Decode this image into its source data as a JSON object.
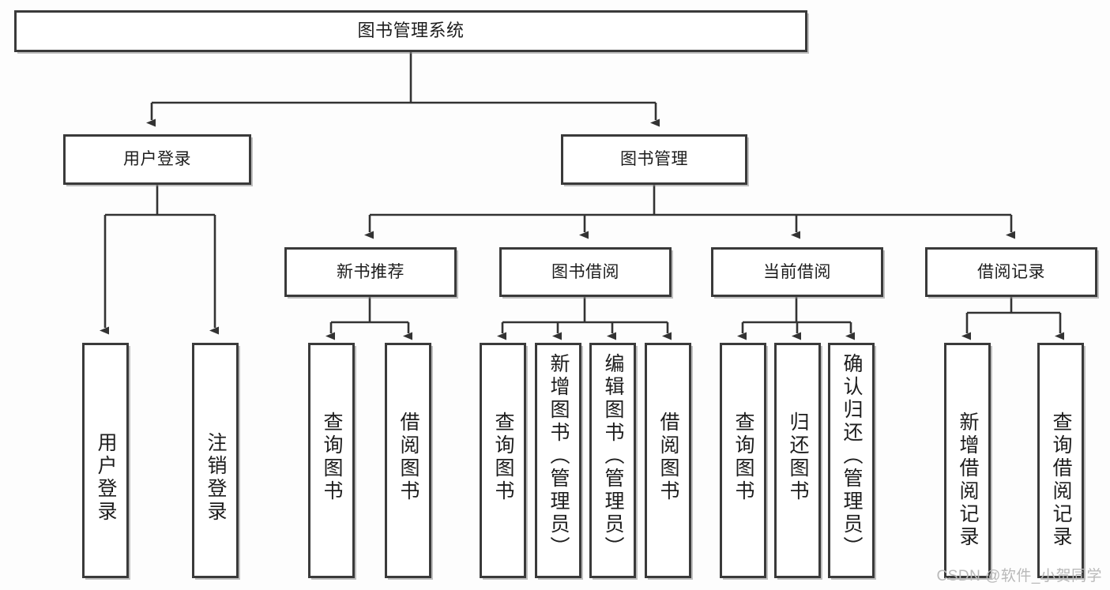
{
  "diagram": {
    "title": "图书管理系统",
    "type": "tree",
    "watermark": "CSDN @软件_小贺同学",
    "colors": {
      "background": "#fdfdfd",
      "box_fill": "#ffffff",
      "box_border": "#3a3a3a",
      "edge": "#333333",
      "text": "#1d1d1d",
      "watermark": "#b9b9b9"
    },
    "nodes": {
      "root": {
        "label": "图书管理系统",
        "level": 1
      },
      "l2": [
        {
          "id": "user-login",
          "label": "用户登录",
          "level": 2
        },
        {
          "id": "book-manage",
          "label": "图书管理",
          "level": 2
        }
      ],
      "l3": [
        {
          "id": "new-book-recommend",
          "label": "新书推荐",
          "level": 3,
          "parent": "book-manage"
        },
        {
          "id": "book-borrow",
          "label": "图书借阅",
          "level": 3,
          "parent": "book-manage"
        },
        {
          "id": "current-borrow",
          "label": "当前借阅",
          "level": 3,
          "parent": "book-manage"
        },
        {
          "id": "borrow-record",
          "label": "借阅记录",
          "level": 3,
          "parent": "book-manage"
        }
      ],
      "leaves": [
        {
          "id": "leaf-user-login",
          "label": "用户登录",
          "parent": "user-login"
        },
        {
          "id": "leaf-user-logout",
          "label": "注销登录",
          "parent": "user-login"
        },
        {
          "id": "leaf-query-book-1",
          "label": "查询图书",
          "parent": "new-book-recommend"
        },
        {
          "id": "leaf-borrow-book-1",
          "label": "借阅图书",
          "parent": "new-book-recommend"
        },
        {
          "id": "leaf-query-book-2",
          "label": "查询图书",
          "parent": "book-borrow"
        },
        {
          "id": "leaf-add-book",
          "label": "新增图书（管理员）",
          "parent": "book-borrow"
        },
        {
          "id": "leaf-edit-book",
          "label": "编辑图书（管理员）",
          "parent": "book-borrow"
        },
        {
          "id": "leaf-borrow-book-2",
          "label": "借阅图书",
          "parent": "book-borrow"
        },
        {
          "id": "leaf-query-book-3",
          "label": "查询图书",
          "parent": "current-borrow"
        },
        {
          "id": "leaf-return-book",
          "label": "归还图书",
          "parent": "current-borrow"
        },
        {
          "id": "leaf-confirm-return",
          "label": "确认归还（管理员）",
          "parent": "current-borrow"
        },
        {
          "id": "leaf-add-record",
          "label": "新增借阅记录",
          "parent": "borrow-record"
        },
        {
          "id": "leaf-query-record",
          "label": "查询借阅记录",
          "parent": "borrow-record"
        }
      ]
    }
  }
}
